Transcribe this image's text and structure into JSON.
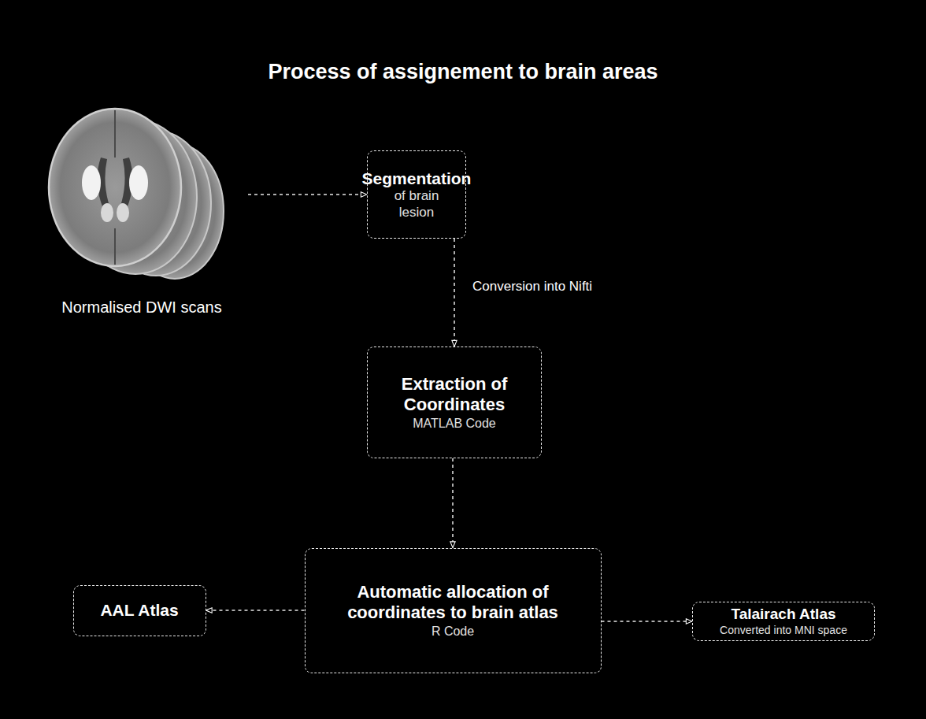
{
  "diagram": {
    "title": "Process of assignement to brain areas",
    "nodes": [
      {
        "text": [
          "Normalised DWI scans"
        ]
      },
      {
        "text": [
          "Segmentation",
          "of brain lesion"
        ]
      },
      {
        "text": [
          "Extraction of Coordinates",
          "MATLAB Code"
        ]
      },
      {
        "text": [
          "Automatic allocation of coordinates to brain atlas",
          "R Code"
        ]
      },
      {
        "text": [
          "AAL Atlas"
        ]
      },
      {
        "text": [
          "Talairach Atlas",
          "Converted into MNI space"
        ]
      }
    ],
    "edges": [
      {
        "from": 0,
        "to": 1,
        "arrow": "to"
      },
      {
        "from": 1,
        "to": 2,
        "label": "Conversion into Nifti",
        "arrow": "to"
      },
      {
        "from": 2,
        "to": 3,
        "arrow": "to"
      },
      {
        "from": 3,
        "to": 4,
        "arrow": "to"
      },
      {
        "from": 3,
        "to": 5,
        "arrow": "to"
      }
    ]
  }
}
